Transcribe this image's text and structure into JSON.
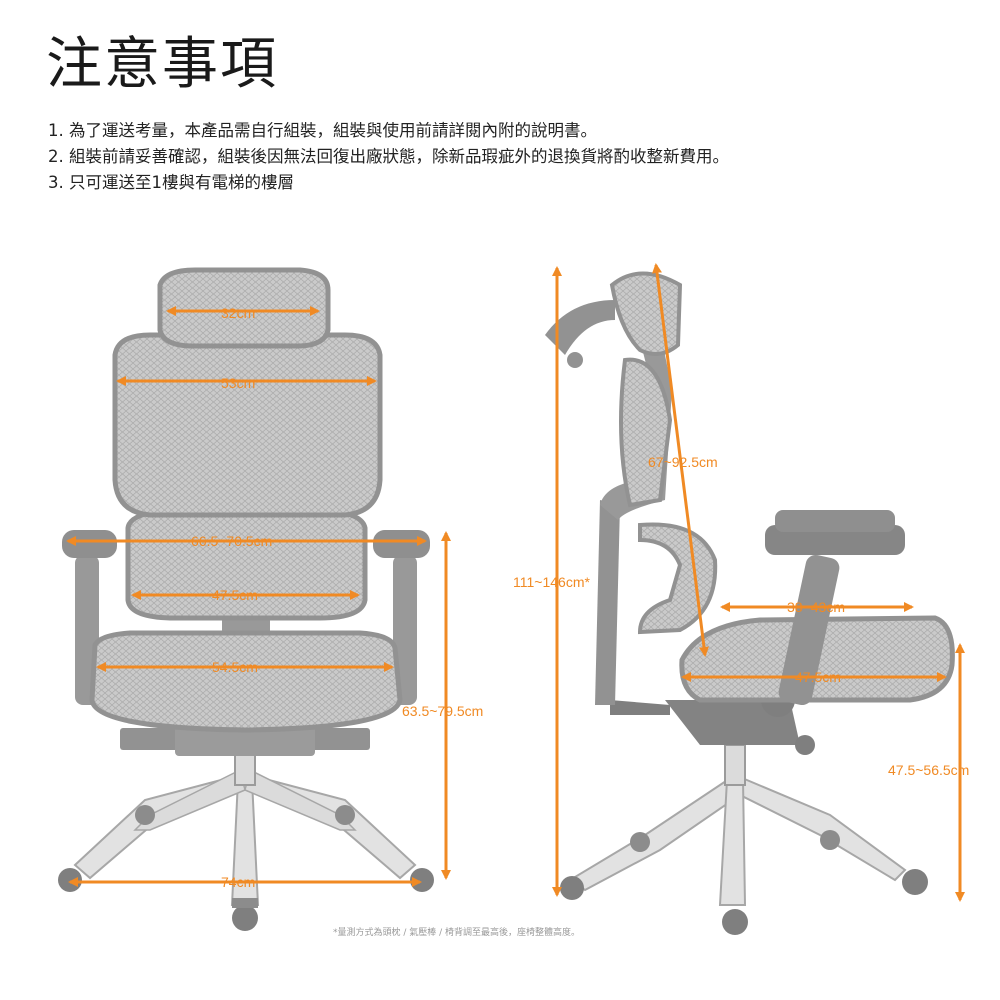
{
  "header": {
    "title": "注意事項"
  },
  "notes": [
    "1. 為了運送考量，本產品需自行組裝，組裝與使用前請詳閱內附的說明書。",
    "2. 組裝前請妥善確認，組裝後因無法回復出廠狀態，除新品瑕疵外的退換貨將酌收整新費用。",
    "3. 只可運送至1樓與有電梯的樓層"
  ],
  "front_view": {
    "headrest_width": "32cm",
    "backrest_width": "53cm",
    "armrest_span": "66.5~70.5cm",
    "lumbar_width": "47.5cm",
    "seat_width": "54.5cm",
    "base_width": "74cm",
    "arm_height": "63.5~79.5cm"
  },
  "side_view": {
    "total_height": "111~146cm*",
    "back_height": "67~92.5cm",
    "seat_depth_range": "38~43cm",
    "seat_depth": "47.5cm",
    "seat_height": "47.5~56.5cm"
  },
  "footnote": "*量測方式為頭枕 / 氣壓棒 / 椅背調至最高後，座椅整體高度。",
  "colors": {
    "accent": "#f08a24",
    "mesh": "#a9a9a9",
    "frame": "#6e6e6e",
    "metal": "#c9c9c9"
  }
}
